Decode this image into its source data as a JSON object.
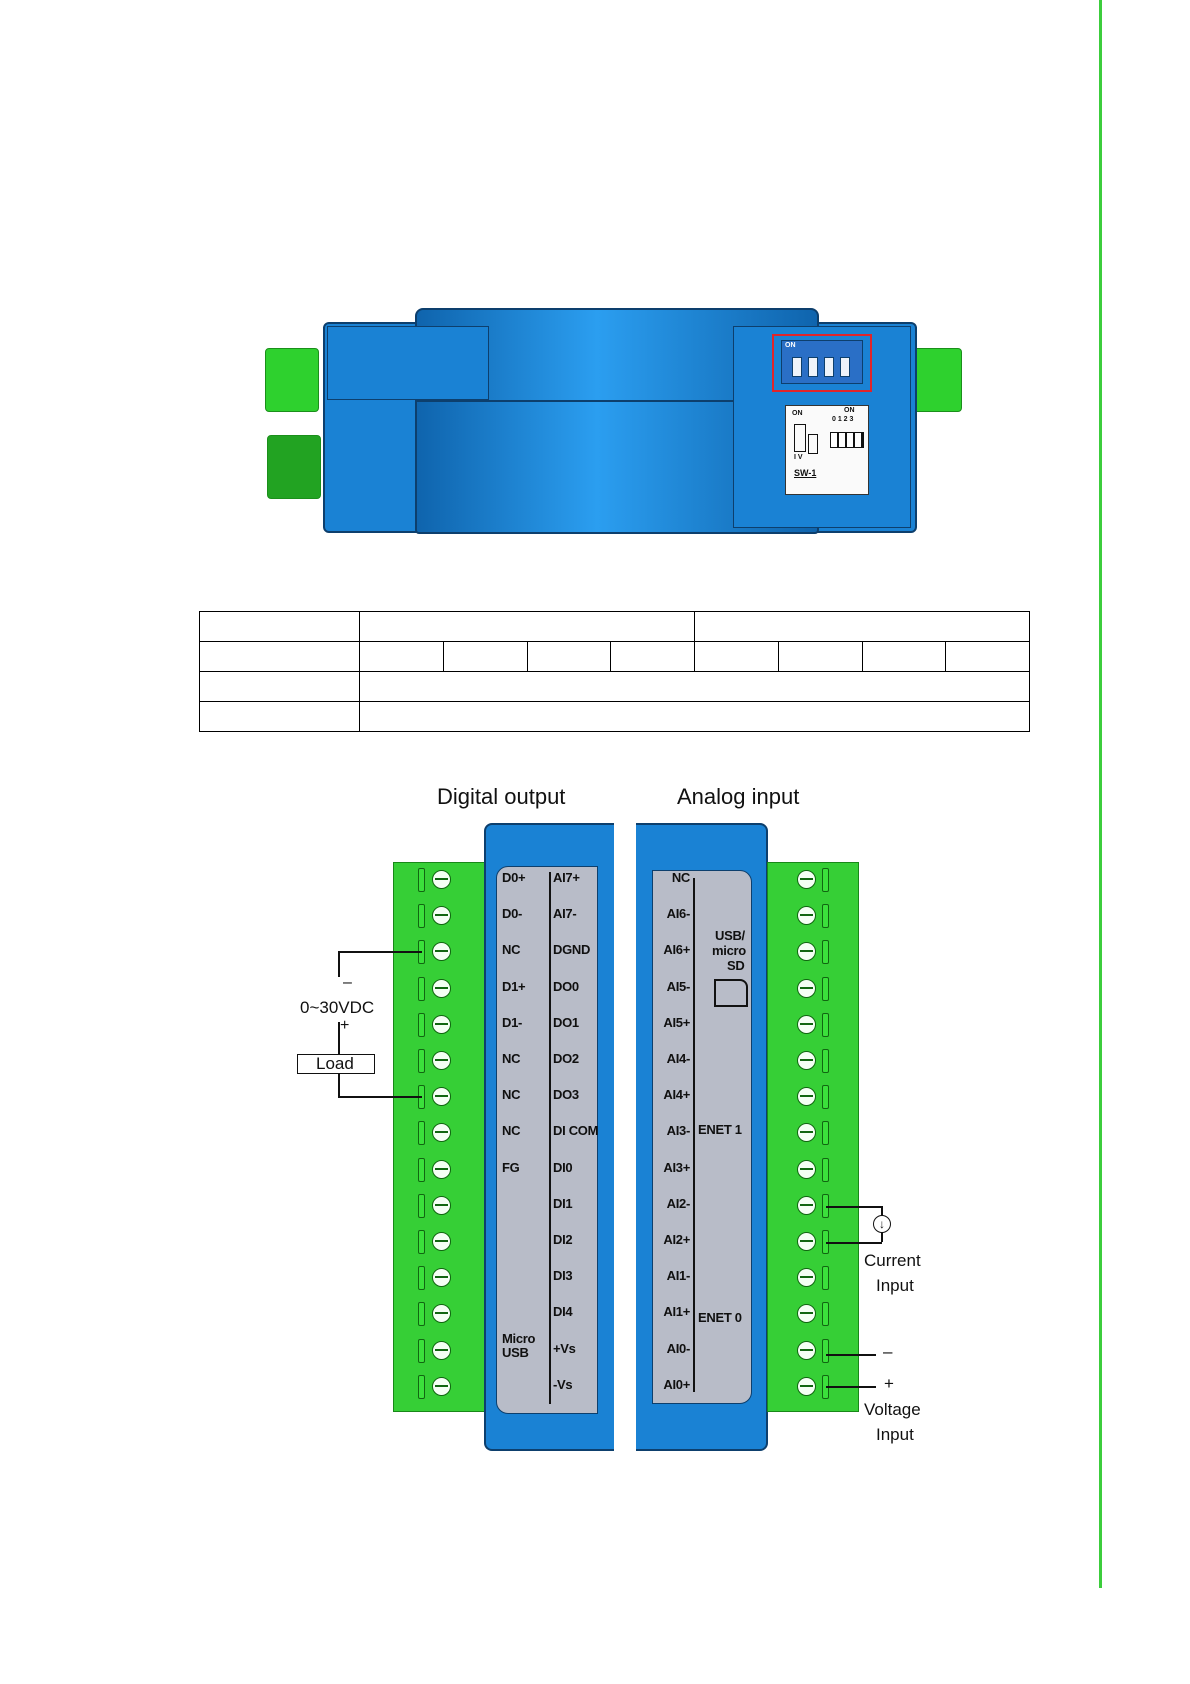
{
  "top_figure": {
    "dip_switch_label": "ON",
    "plate_header_left": "ON",
    "plate_header_right": "ON",
    "plate_numbers": "0 1 2 3",
    "plate_marks": "I V",
    "plate_caption": "SW-1"
  },
  "table": {
    "rows": 4,
    "cols": 9
  },
  "diagram": {
    "left_title": "Digital output",
    "right_title": "Analog input",
    "do_left_pins": [
      "D0+",
      "D0-",
      "NC",
      "D1+",
      "D1-",
      "NC",
      "NC",
      "NC",
      "FG",
      "",
      "",
      "",
      "",
      "Micro USB",
      ""
    ],
    "do_right_pins": [
      "AI7+",
      "AI7-",
      "DGND",
      "DO0",
      "DO1",
      "DO2",
      "DO3",
      "DI COM",
      "DI0",
      "DI1",
      "DI2",
      "DI3",
      "DI4",
      "+Vs",
      "-Vs"
    ],
    "ai_pins": [
      "NC",
      "AI6-",
      "AI6+",
      "AI5-",
      "AI5+",
      "AI4-",
      "AI4+",
      "AI3-",
      "AI3+",
      "AI2-",
      "AI2+",
      "AI1-",
      "AI1+",
      "AI0-",
      "AI0+"
    ],
    "usb_label_line1": "USB/",
    "usb_label_line2": "micro",
    "usb_label_line3": "SD",
    "enet1": "ENET 1",
    "enet0": "ENET 0",
    "voltage_range": "0~30VDC",
    "load": "Load",
    "minus": "–",
    "plus": "+",
    "current_input_l1": "Current",
    "current_input_l2": "Input",
    "voltage_input_l1": "Voltage",
    "voltage_input_l2": "Input"
  },
  "colors": {
    "housing_blue": "#1a82d4",
    "terminal_green": "#36cf36",
    "highlight_red": "#e0242a",
    "page_rule_green": "#3ccd3c"
  }
}
